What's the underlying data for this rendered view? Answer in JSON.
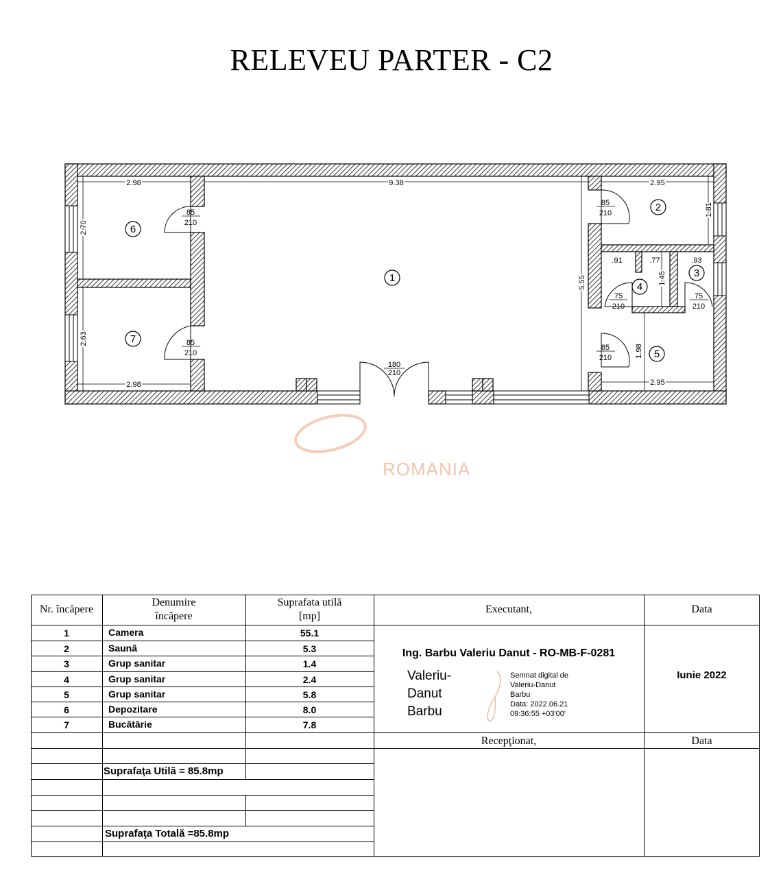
{
  "title": "RELEVEU PARTER - C2",
  "plan": {
    "dimensions": {
      "d_298_top": "2.98",
      "d_938": "9.38",
      "d_295_top": "2.95",
      "d_270": "2.70",
      "d_181": "1.81",
      "d_555": "5.55",
      "d_091": ".91",
      "d_077": ".77",
      "d_093": ".93",
      "d_145": "1.45",
      "d_263": "2.63",
      "d_198": "1.98",
      "d_298_bot": "2.98",
      "d_295_bot": "2.95"
    },
    "doors": {
      "door6": {
        "w": "85",
        "h": "210"
      },
      "door7": {
        "w": "85",
        "h": "210"
      },
      "door2": {
        "w": "85",
        "h": "210"
      },
      "door5": {
        "w": "85",
        "h": "210"
      },
      "door4": {
        "w": "75",
        "h": "210"
      },
      "door3": {
        "w": "75",
        "h": "210"
      },
      "main": {
        "w": "180",
        "h": "210"
      }
    },
    "rooms": [
      "1",
      "2",
      "3",
      "4",
      "5",
      "6",
      "7"
    ],
    "watermark": "ROMANIA"
  },
  "table": {
    "headers": {
      "nr": "Nr. încăpere",
      "denumire_1": "Denumire",
      "denumire_2": "încăpere",
      "suprafata_1": "Suprafata utilă",
      "suprafata_2": "[mp]",
      "executant": "Executant,",
      "data": "Data"
    },
    "rows": [
      {
        "nr": "1",
        "name": "Camera",
        "area": "55.1"
      },
      {
        "nr": "2",
        "name": "Saună",
        "area": "5.3"
      },
      {
        "nr": "3",
        "name": "Grup sanitar",
        "area": "1.4"
      },
      {
        "nr": "4",
        "name": "Grup sanitar",
        "area": "2.4"
      },
      {
        "nr": "5",
        "name": "Grup sanitar",
        "area": "5.8"
      },
      {
        "nr": "6",
        "name": "Depozitare",
        "area": "8.0"
      },
      {
        "nr": "7",
        "name": "Bucătărie",
        "area": "7.8"
      }
    ],
    "executant_name": "Ing. Barbu Valeriu Danut - RO-MB-F-0281",
    "signature": {
      "name_1": "Valeriu-",
      "name_2": "Danut",
      "name_3": "Barbu",
      "detail_1": "Semnat digital de",
      "detail_2": "Valeriu-Danut",
      "detail_3": "Barbu",
      "detail_4": "Data: 2022.06.21",
      "detail_5": "09:36:55 +03'00'"
    },
    "date_value": "Iunie 2022",
    "receptionat": "Recepţionat,",
    "data_2": "Data",
    "suprafata_utila": "Suprafaţa Utilă = 85.8mp",
    "suprafata_totala": "Suprafaţa Totală =85.8mp"
  }
}
